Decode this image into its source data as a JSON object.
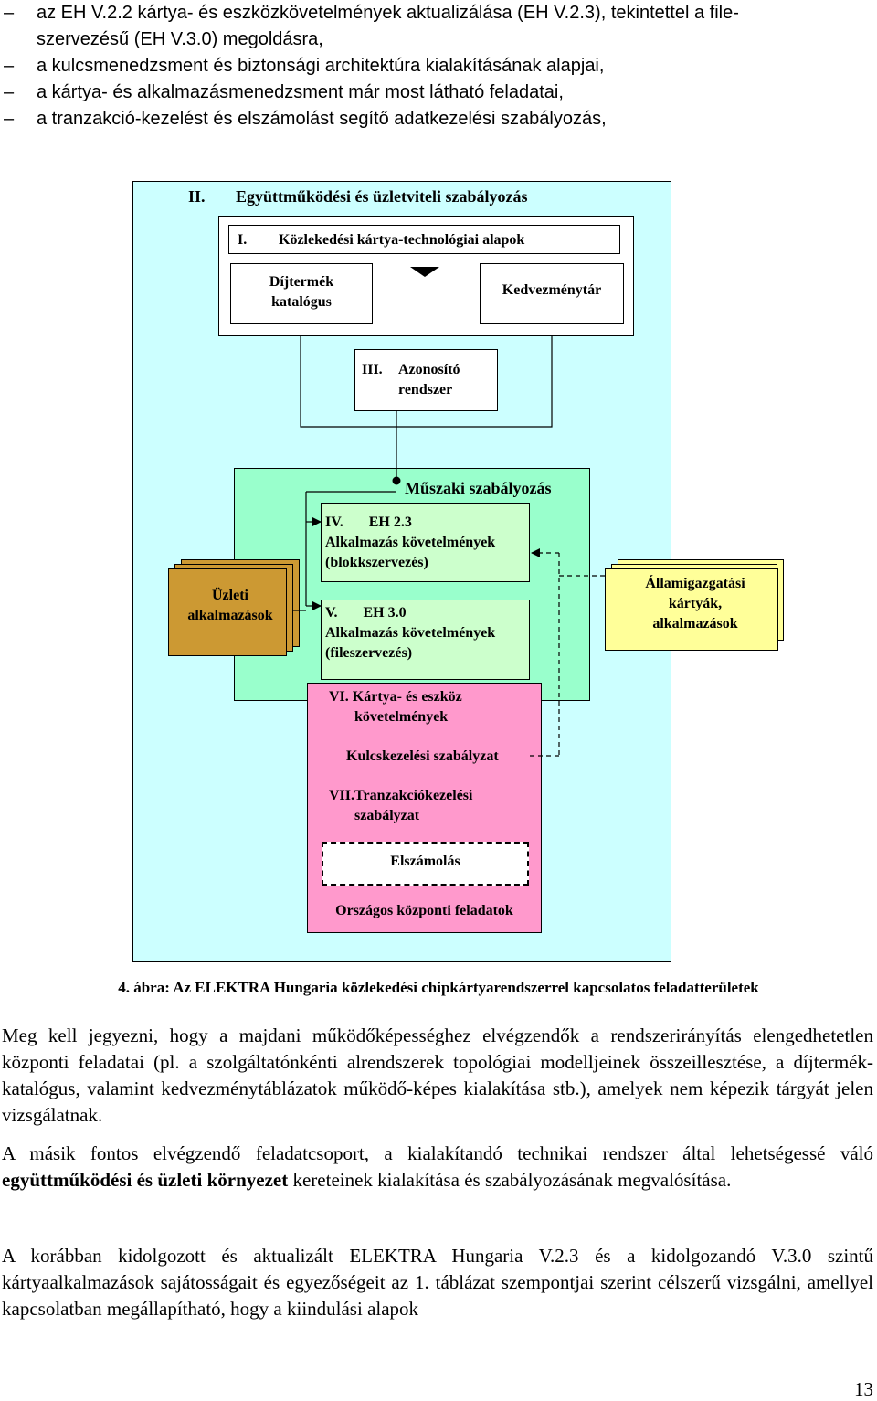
{
  "bullets": {
    "dash": "–",
    "items": [
      "az EH V.2.2 kártya- és eszközkövetelmények aktualizálása (EH V.2.3), tekintettel a file-",
      "szervezésű (EH V.3.0) megoldásra,",
      "a kulcsmenedzsment és biztonsági architektúra kialakításának alapjai,",
      "a kártya- és alkalmazásmenedzsment már most látható feladatai,",
      "a tranzakció-kezelést és elszámolást segítő adatkezelési szabályozás,"
    ]
  },
  "diagram": {
    "outer_title": {
      "num": "II.",
      "text": "Együttműködési és üzletviteli szabályozás"
    },
    "inner_title": {
      "num": "I.",
      "text": "Közlekedési kártya-technológiai alapok"
    },
    "dijtermek": "Díjtermék\nkatalógus",
    "kedvezmenytar": "Kedvezménytár",
    "azonosito": {
      "num": "III.",
      "text": "Azonosító\nrendszer"
    },
    "muszaki": "Műszaki szabályozás",
    "box_iv": "IV.       EH 2.3\nAlkalmazás követelmények\n(blokkszervezés)",
    "box_v": "V.       EH 3.0\nAlkalmazás követelmények\n(fileszervezés)",
    "uzleti": "Üzleti\nalkalmazások",
    "allamigazgatasi": "Államigazgatási\nkártyák,\nalkalmazások",
    "vi": "VI. Kártya- és eszköz\n       követelmények",
    "kulcskezelesi": "Kulcskezelési szabályzat",
    "vii": "VII.Tranzakciókezelési\n       szabályzat",
    "elszamolas": "Elszámolás",
    "orszagos": "Országos központi feladatok",
    "colors": {
      "outer_bg": "#ccffff",
      "inner_green": "#99ffcc",
      "light_green": "#ccffcc",
      "pink": "#ff99cc",
      "gold": "#cc9933",
      "yellow": "#ffff99"
    }
  },
  "caption": "4. ábra: Az ELEKTRA Hungaria közlekedési chipkártyarendszerrel kapcsolatos feladatterületek",
  "paragraphs": {
    "p1": "Meg kell jegyezni, hogy a majdani működőképességhez elvégzendők a rendszerirányítás elengedhetetlen központi feladatai (pl. a szolgáltatónkénti alrendszerek topológiai modelljeinek összeillesztése, a díjtermék-katalógus, valamint kedvezménytáblázatok működő-képes kialakítása stb.), amelyek nem képezik tárgyát jelen vizsgálatnak.",
    "p2_a": "A másik fontos elvégzendő feladatcsoport, a kialakítandó technikai rendszer által lehetségessé váló ",
    "p2_b": "együttműködési és üzleti környezet",
    "p2_c": " kereteinek kialakítása és szabályozásának megvalósítása.",
    "p3": "A korábban kidolgozott és aktualizált ELEKTRA Hungaria V.2.3 és a kidolgozandó V.3.0 szintű kártyaalkalmazások sajátosságait és egyezőségeit az 1. táblázat szempontjai szerint célszerű vizsgálni, amellyel kapcsolatban megállapítható, hogy a kiindulási alapok"
  },
  "page_number": "13"
}
